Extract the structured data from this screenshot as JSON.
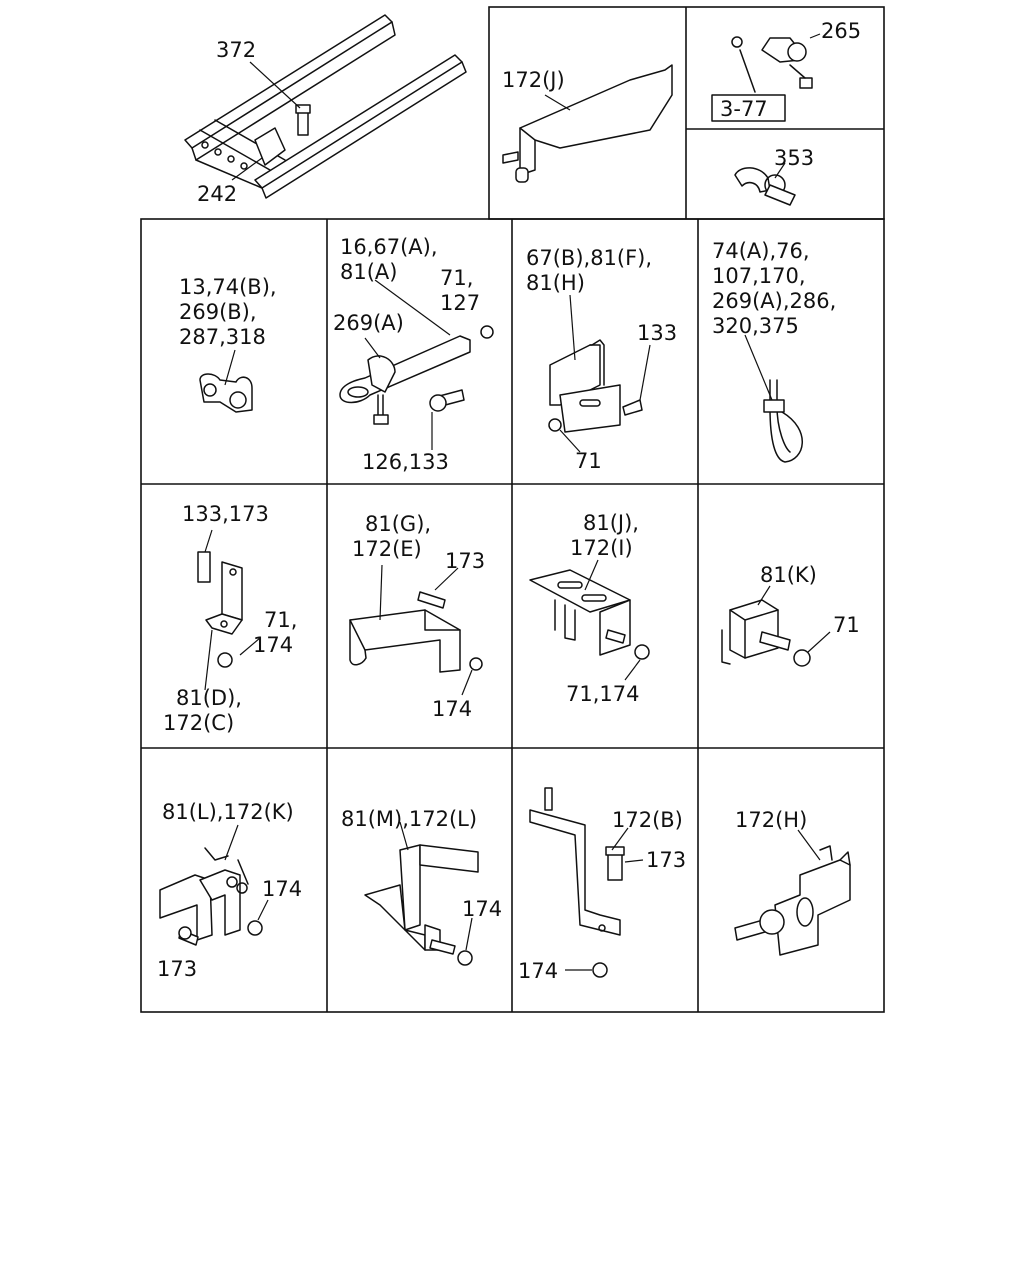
{
  "frame": {
    "callouts": {
      "bolt": "372",
      "bracket": "242"
    }
  },
  "top_cells": {
    "bracket_j": "172(J)",
    "clip_265": "265",
    "ref_box": "3-77",
    "clamp_353": "353"
  },
  "cells": [
    {
      "id": "r1c1",
      "labels": [
        "13,74(B),",
        "269(B),",
        "287,318"
      ]
    },
    {
      "id": "r1c2",
      "labels": [
        "16,67(A),",
        "81(A)",
        "71,",
        "127",
        "269(A)",
        "126,133"
      ]
    },
    {
      "id": "r1c3",
      "labels": [
        "67(B),81(F),",
        "81(H)",
        "133",
        "71"
      ]
    },
    {
      "id": "r1c4",
      "labels": [
        "74(A),76,",
        "107,170,",
        "269(A),286,",
        "320,375"
      ]
    },
    {
      "id": "r2c1",
      "labels": [
        "133,173",
        "71,",
        "174",
        "81(D),",
        "172(C)"
      ]
    },
    {
      "id": "r2c2",
      "labels": [
        "81(G),",
        "172(E)",
        "173",
        "174"
      ]
    },
    {
      "id": "r2c3",
      "labels": [
        "81(J),",
        "172(I)",
        "71,174"
      ]
    },
    {
      "id": "r2c4",
      "labels": [
        "81(K)",
        "71"
      ]
    },
    {
      "id": "r3c1",
      "labels": [
        "81(L),172(K)",
        "174",
        "173"
      ]
    },
    {
      "id": "r3c2",
      "labels": [
        "81(M),172(L)",
        "174"
      ]
    },
    {
      "id": "r3c3",
      "labels": [
        "172(B)",
        "173",
        "174"
      ]
    },
    {
      "id": "r3c4",
      "labels": [
        "172(H)"
      ]
    }
  ]
}
